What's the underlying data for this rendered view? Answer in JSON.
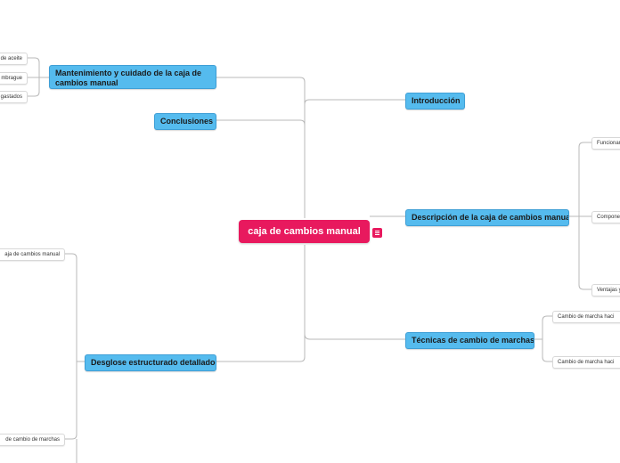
{
  "central": "caja de cambios manual",
  "branches": {
    "introduccion": "Introducción",
    "descripcion": "Descripción de la caja de cambios manual",
    "tecnicas": "Técnicas de cambio de marchas",
    "mantenimiento": "Mantenimiento y cuidado de la caja de cambios manual",
    "conclusiones": "Conclusiones",
    "desglose": "Desglose estructurado detallado"
  },
  "leaves": {
    "funcionamiento": "Funcionam",
    "componentes": "Compone",
    "ventajas": "Ventajas y",
    "cambio_1": "Cambio de marcha haci",
    "cambio_2": "Cambio de marcha haci",
    "aceite": "de aceite",
    "embrague": "mbrague",
    "gastados": "gastados",
    "caja_cambios": "aja de cambios manual",
    "cambio_marchas": "de cambio de marchas"
  },
  "colors": {
    "central": "#e8195e",
    "branch": "#55bbee",
    "connector": "#b8b8b8"
  }
}
